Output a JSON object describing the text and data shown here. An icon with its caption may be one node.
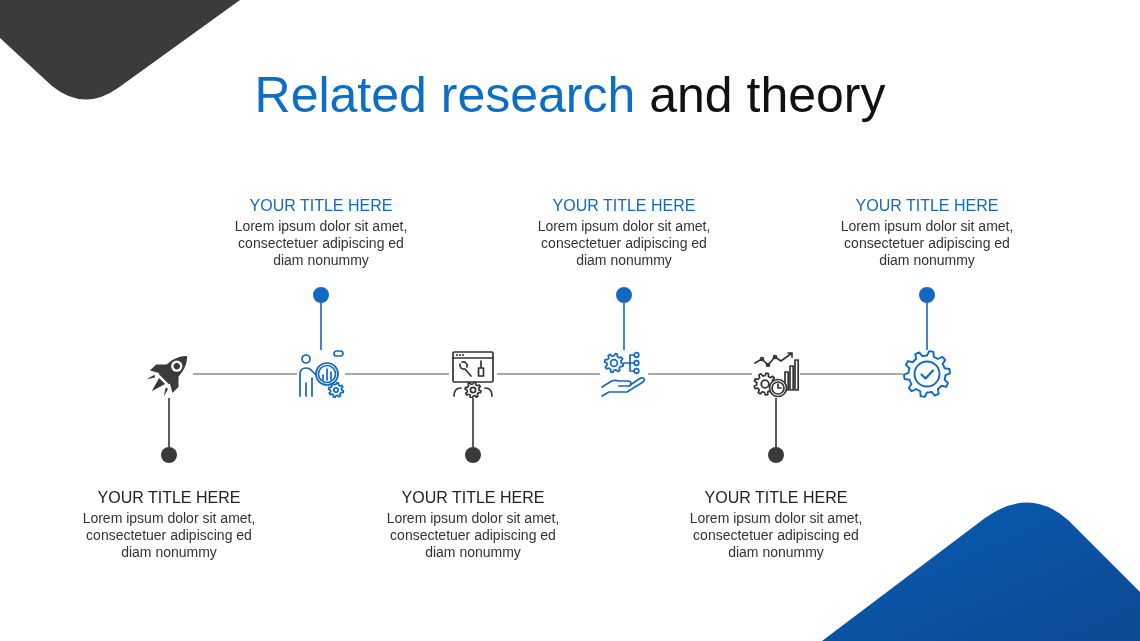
{
  "diagram": {
    "title": "Related research and theory",
    "nodes": [
      {
        "text": [],
        "shape": "picture"
      },
      {
        "text": [],
        "shape": "picture"
      },
      {
        "text": [],
        "shape": "picture"
      },
      {
        "text": [],
        "shape": "picture"
      },
      {
        "text": [],
        "shape": "picture"
      },
      {
        "text": [],
        "shape": "picture"
      },
      {
        "text": [],
        "shape": "circle",
        "beside": [
          "YOUR TITLE HERE",
          "Lorem ipsum dolor sit amet, consectetuer adipiscing ed diam nonummy"
        ]
      },
      {
        "text": [],
        "shape": "circle",
        "beside": [
          "YOUR TITLE HERE",
          "Lorem ipsum dolor sit amet, consectetuer adipiscing ed diam nonummy"
        ]
      },
      {
        "text": [],
        "shape": "circle",
        "beside": [
          "YOUR TITLE HERE",
          "Lorem ipsum dolor sit amet, consectetuer adipiscing ed diam nonummy"
        ]
      },
      {
        "text": [],
        "shape": "circle",
        "beside": [
          "YOUR TITLE HERE",
          "Lorem ipsum dolor sit amet, consectetuer adipiscing ed diam nonummy"
        ]
      },
      {
        "text": [],
        "shape": "circle",
        "beside": [
          "YOUR TITLE HERE",
          "Lorem ipsum dolor sit amet, consectetuer adipiscing ed diam nonummy"
        ]
      },
      {
        "text": [],
        "shape": "circle",
        "beside": [
          "YOUR TITLE HERE",
          "Lorem ipsum dolor sit amet, consectetuer adipiscing ed diam nonummy"
        ]
      }
    ],
    "edges": [
      {
        "from": 0,
        "to": 1,
        "arrow": "none"
      },
      {
        "from": 1,
        "to": 2,
        "arrow": "none"
      },
      {
        "from": 2,
        "to": 3,
        "arrow": "none"
      },
      {
        "from": 3,
        "to": 4,
        "arrow": "none"
      },
      {
        "from": 4,
        "to": 5,
        "arrow": "none"
      },
      {
        "from": 0,
        "to": 6,
        "arrow": "none",
        "color": "#333333"
      },
      {
        "from": 1,
        "to": 7,
        "arrow": "none",
        "color": "#1565c0"
      },
      {
        "from": 2,
        "to": 8,
        "arrow": "none",
        "color": "#333333"
      },
      {
        "from": 3,
        "to": 9,
        "arrow": "none",
        "color": "#1565c0"
      },
      {
        "from": 4,
        "to": 10,
        "arrow": "none",
        "color": "#333333"
      },
      {
        "from": 5,
        "to": 11,
        "arrow": "none",
        "color": "#1565c0"
      }
    ]
  }
}
